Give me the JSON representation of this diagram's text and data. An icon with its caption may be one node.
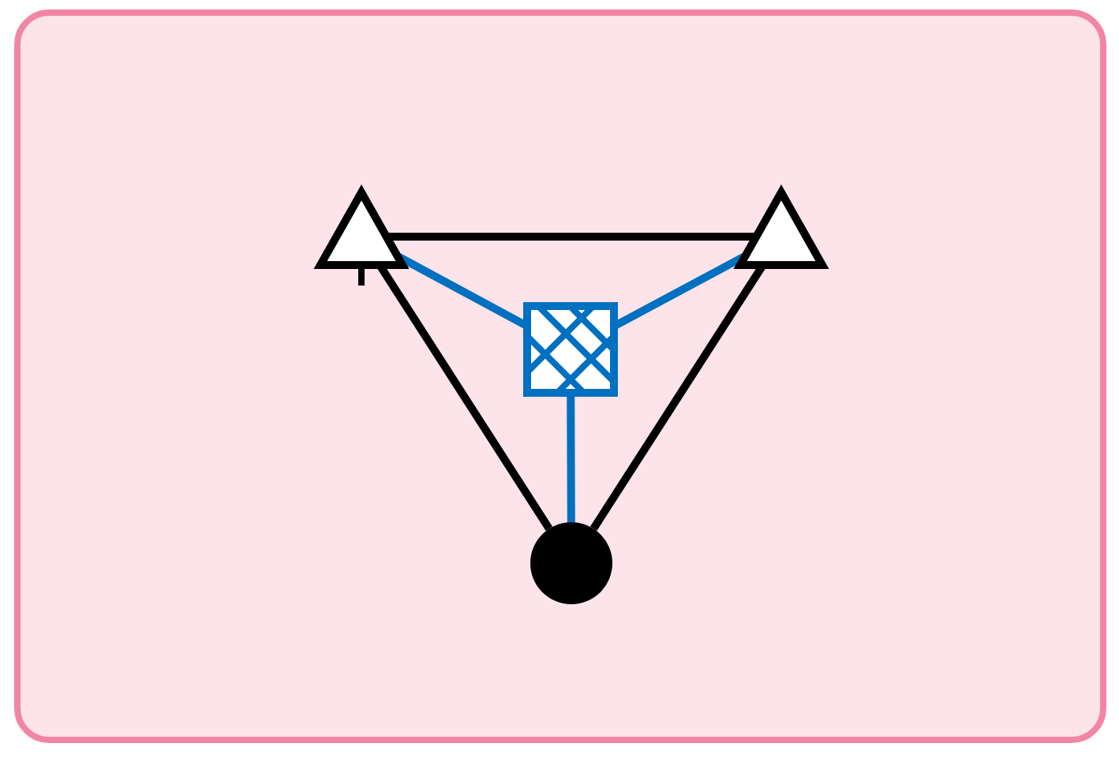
{
  "diagram": {
    "nodes": [
      {
        "text": [],
        "shape": "triangle"
      },
      {
        "text": [],
        "shape": "triangle"
      },
      {
        "text": [],
        "shape": "box"
      },
      {
        "text": [],
        "shape": "circle"
      }
    ],
    "edges": [
      {
        "from": 0,
        "to": 1,
        "arrow": "none"
      },
      {
        "from": 0,
        "to": 3,
        "arrow": "none"
      },
      {
        "from": 1,
        "to": 3,
        "arrow": "none"
      },
      {
        "from": 2,
        "to": 0,
        "arrow": "none",
        "color": "#0070c0"
      },
      {
        "from": 2,
        "to": 1,
        "arrow": "none",
        "color": "#0070c0"
      },
      {
        "from": 2,
        "to": 3,
        "arrow": "none",
        "color": "#0070c0"
      }
    ]
  }
}
